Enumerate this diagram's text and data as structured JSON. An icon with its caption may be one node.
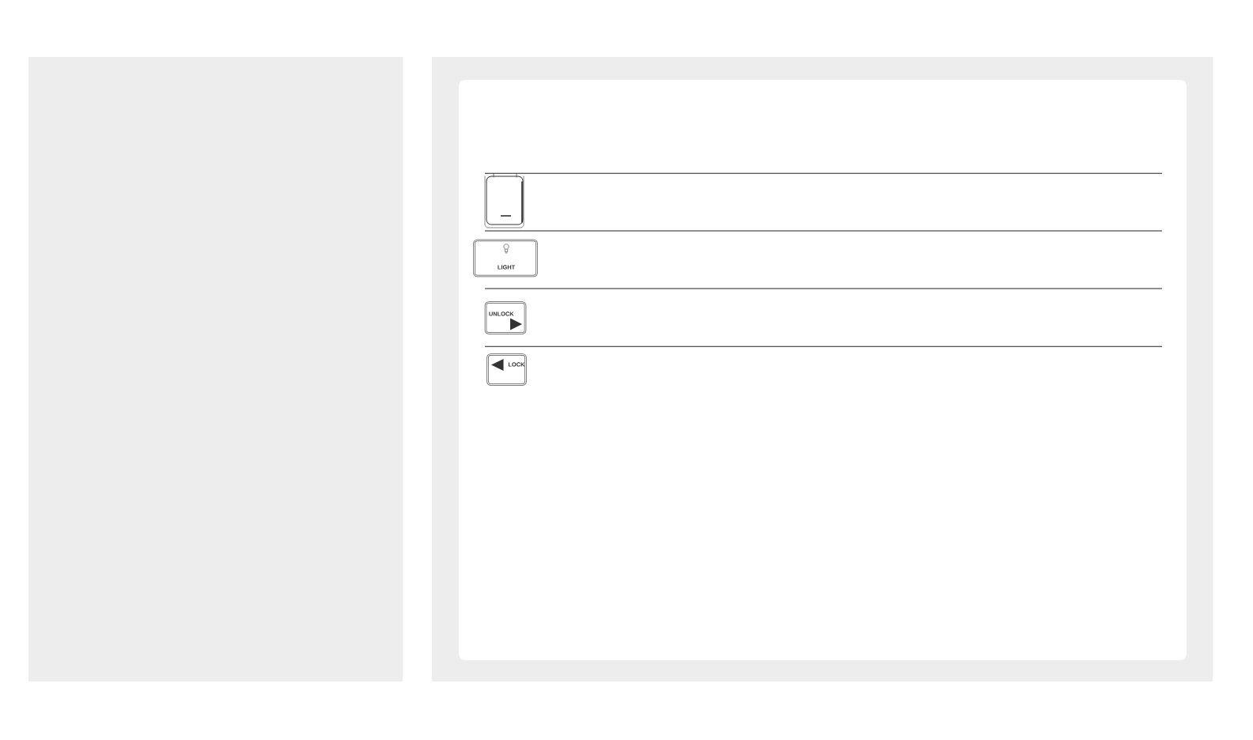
{
  "diagram": {
    "nodes": [
      {
        "text": [],
        "shape": "box"
      },
      {
        "text": [
          "LIGHT"
        ]
      },
      {
        "text": [
          "UNLOCK"
        ]
      },
      {
        "text": [
          "LOCK"
        ]
      }
    ]
  }
}
